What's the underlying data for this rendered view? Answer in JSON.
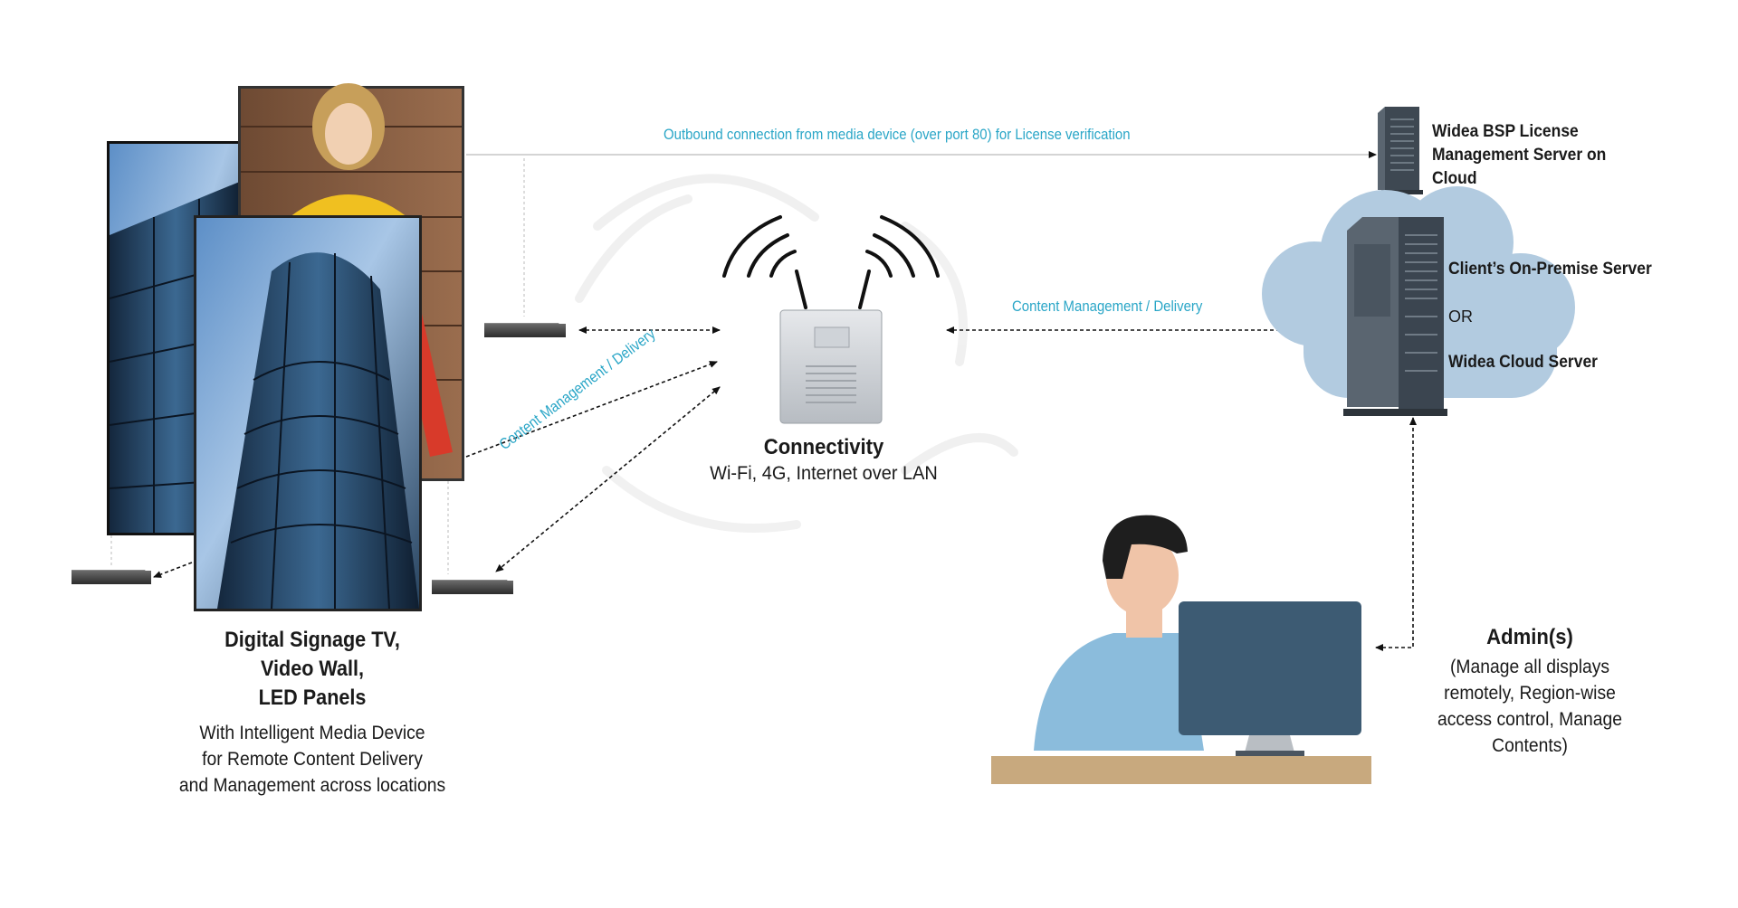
{
  "labels": {
    "signage_title": [
      "Digital Signage TV,",
      "Video Wall,",
      "LED Panels"
    ],
    "signage_desc": [
      "With Intelligent  Media Device",
      "for Remote Content Delivery",
      "and Management across locations"
    ],
    "connectivity_title": "Connectivity",
    "connectivity_sub": "Wi-Fi, 4G, Internet over LAN",
    "license_server": "Widea BSP  License Management Server on Cloud",
    "on_premise": "Client’s On-Premise Server",
    "or": "OR",
    "cloud_server": "Widea Cloud Server",
    "admin_title": "Admin(s)",
    "admin_desc": [
      "(Manage all displays",
      "remotely, Region-wise",
      "access control, Manage",
      "Contents)"
    ],
    "outbound_connection": "Outbound connection from media device (over port 80) for License verification",
    "content_mgmt_top": "Content Management / Delivery",
    "content_mgmt_diag": "Content Management / Delivery"
  },
  "colors": {
    "teal_label": "#2aa6c7",
    "cloud": "#b2cbe0",
    "server": "#4a5560",
    "monitor": "#3d5b73",
    "desk": "#c8a97e",
    "shirt": "#8bbcdc",
    "skin": "#f0c4a8",
    "hair": "#1e1e1e"
  },
  "icons": [
    "media-device-icon",
    "router-icon",
    "server-tower-icon",
    "cloud-icon",
    "admin-person-icon",
    "desktop-monitor-icon"
  ]
}
